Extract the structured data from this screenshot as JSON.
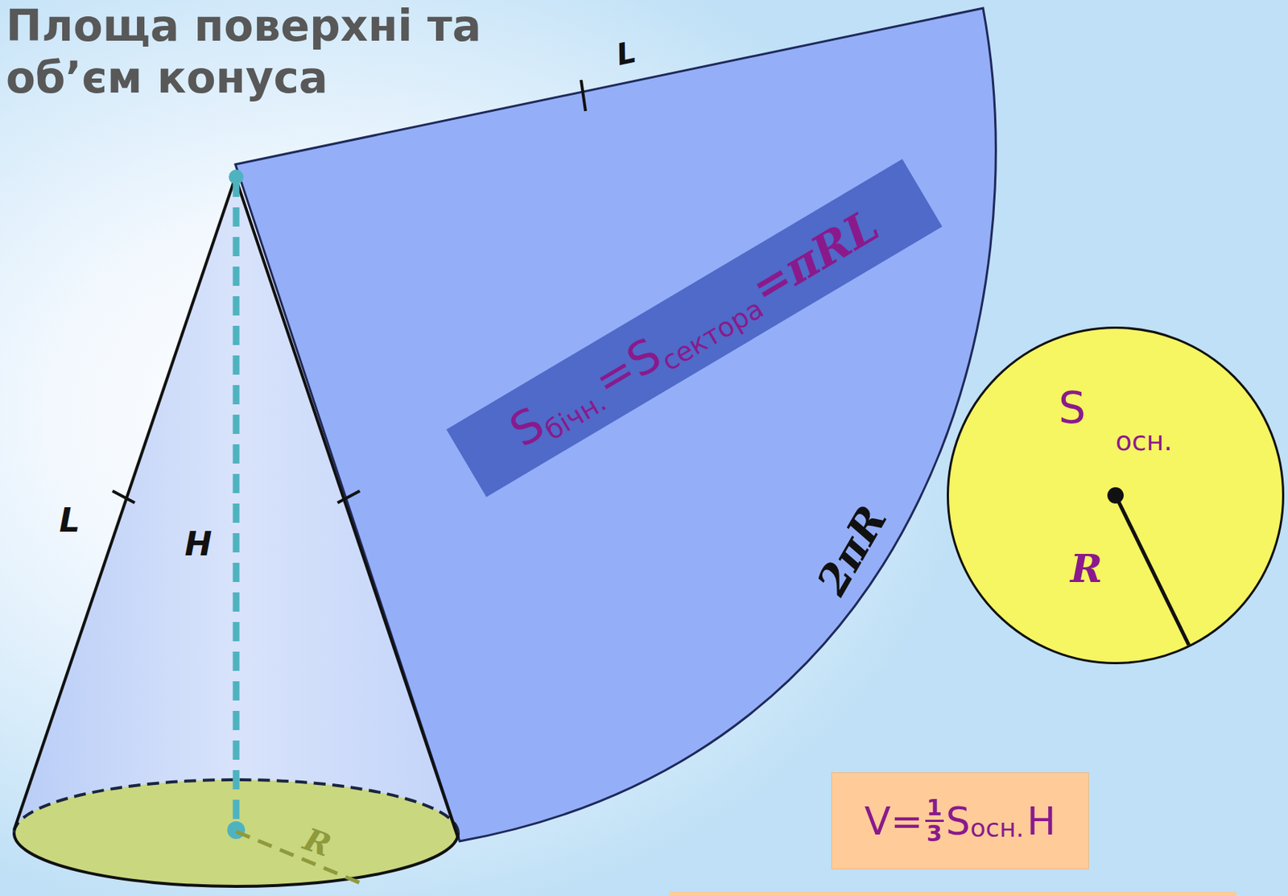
{
  "diagram": {
    "title": "Площа поверхні та об’єм конуса",
    "nodes": [
      {
        "text": [
          "S",
          "бічн.",
          "=S",
          "сектора",
          "=πRL"
        ]
      },
      {
        "text": [
          "S",
          "осн.",
          "R"
        ]
      },
      {
        "text": [
          "V=",
          "1",
          "3",
          "S",
          "осн.",
          "H"
        ]
      }
    ],
    "labels": [
      "L",
      "L",
      "H",
      "R",
      "2πR"
    ]
  }
}
